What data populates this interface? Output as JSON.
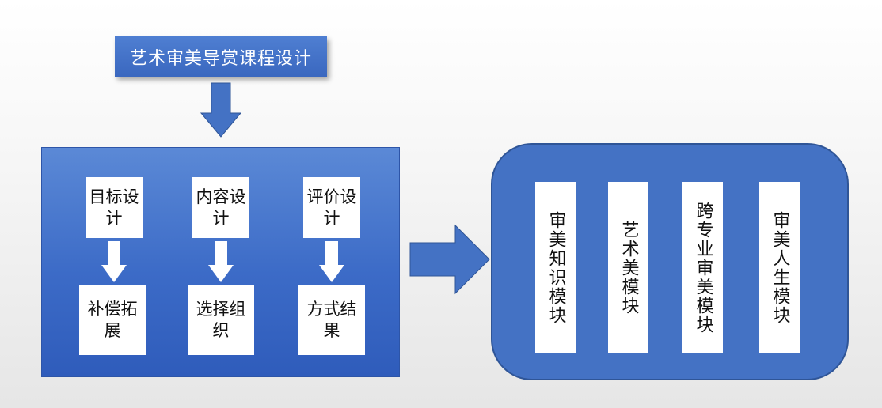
{
  "title": "艺术审美导赏课程设计",
  "design_steps": [
    {
      "top": "目标设计",
      "bottom": "补偿拓展"
    },
    {
      "top": "内容设计",
      "bottom": "选择组织"
    },
    {
      "top": "评价设计",
      "bottom": "方式结果"
    }
  ],
  "modules": [
    "审美知识模块",
    "艺术美模块",
    "跨专业审美模块",
    "审美人生模块"
  ],
  "colors": {
    "primary": "#4472c4",
    "border": "#2f5597",
    "box": "#ffffff"
  }
}
